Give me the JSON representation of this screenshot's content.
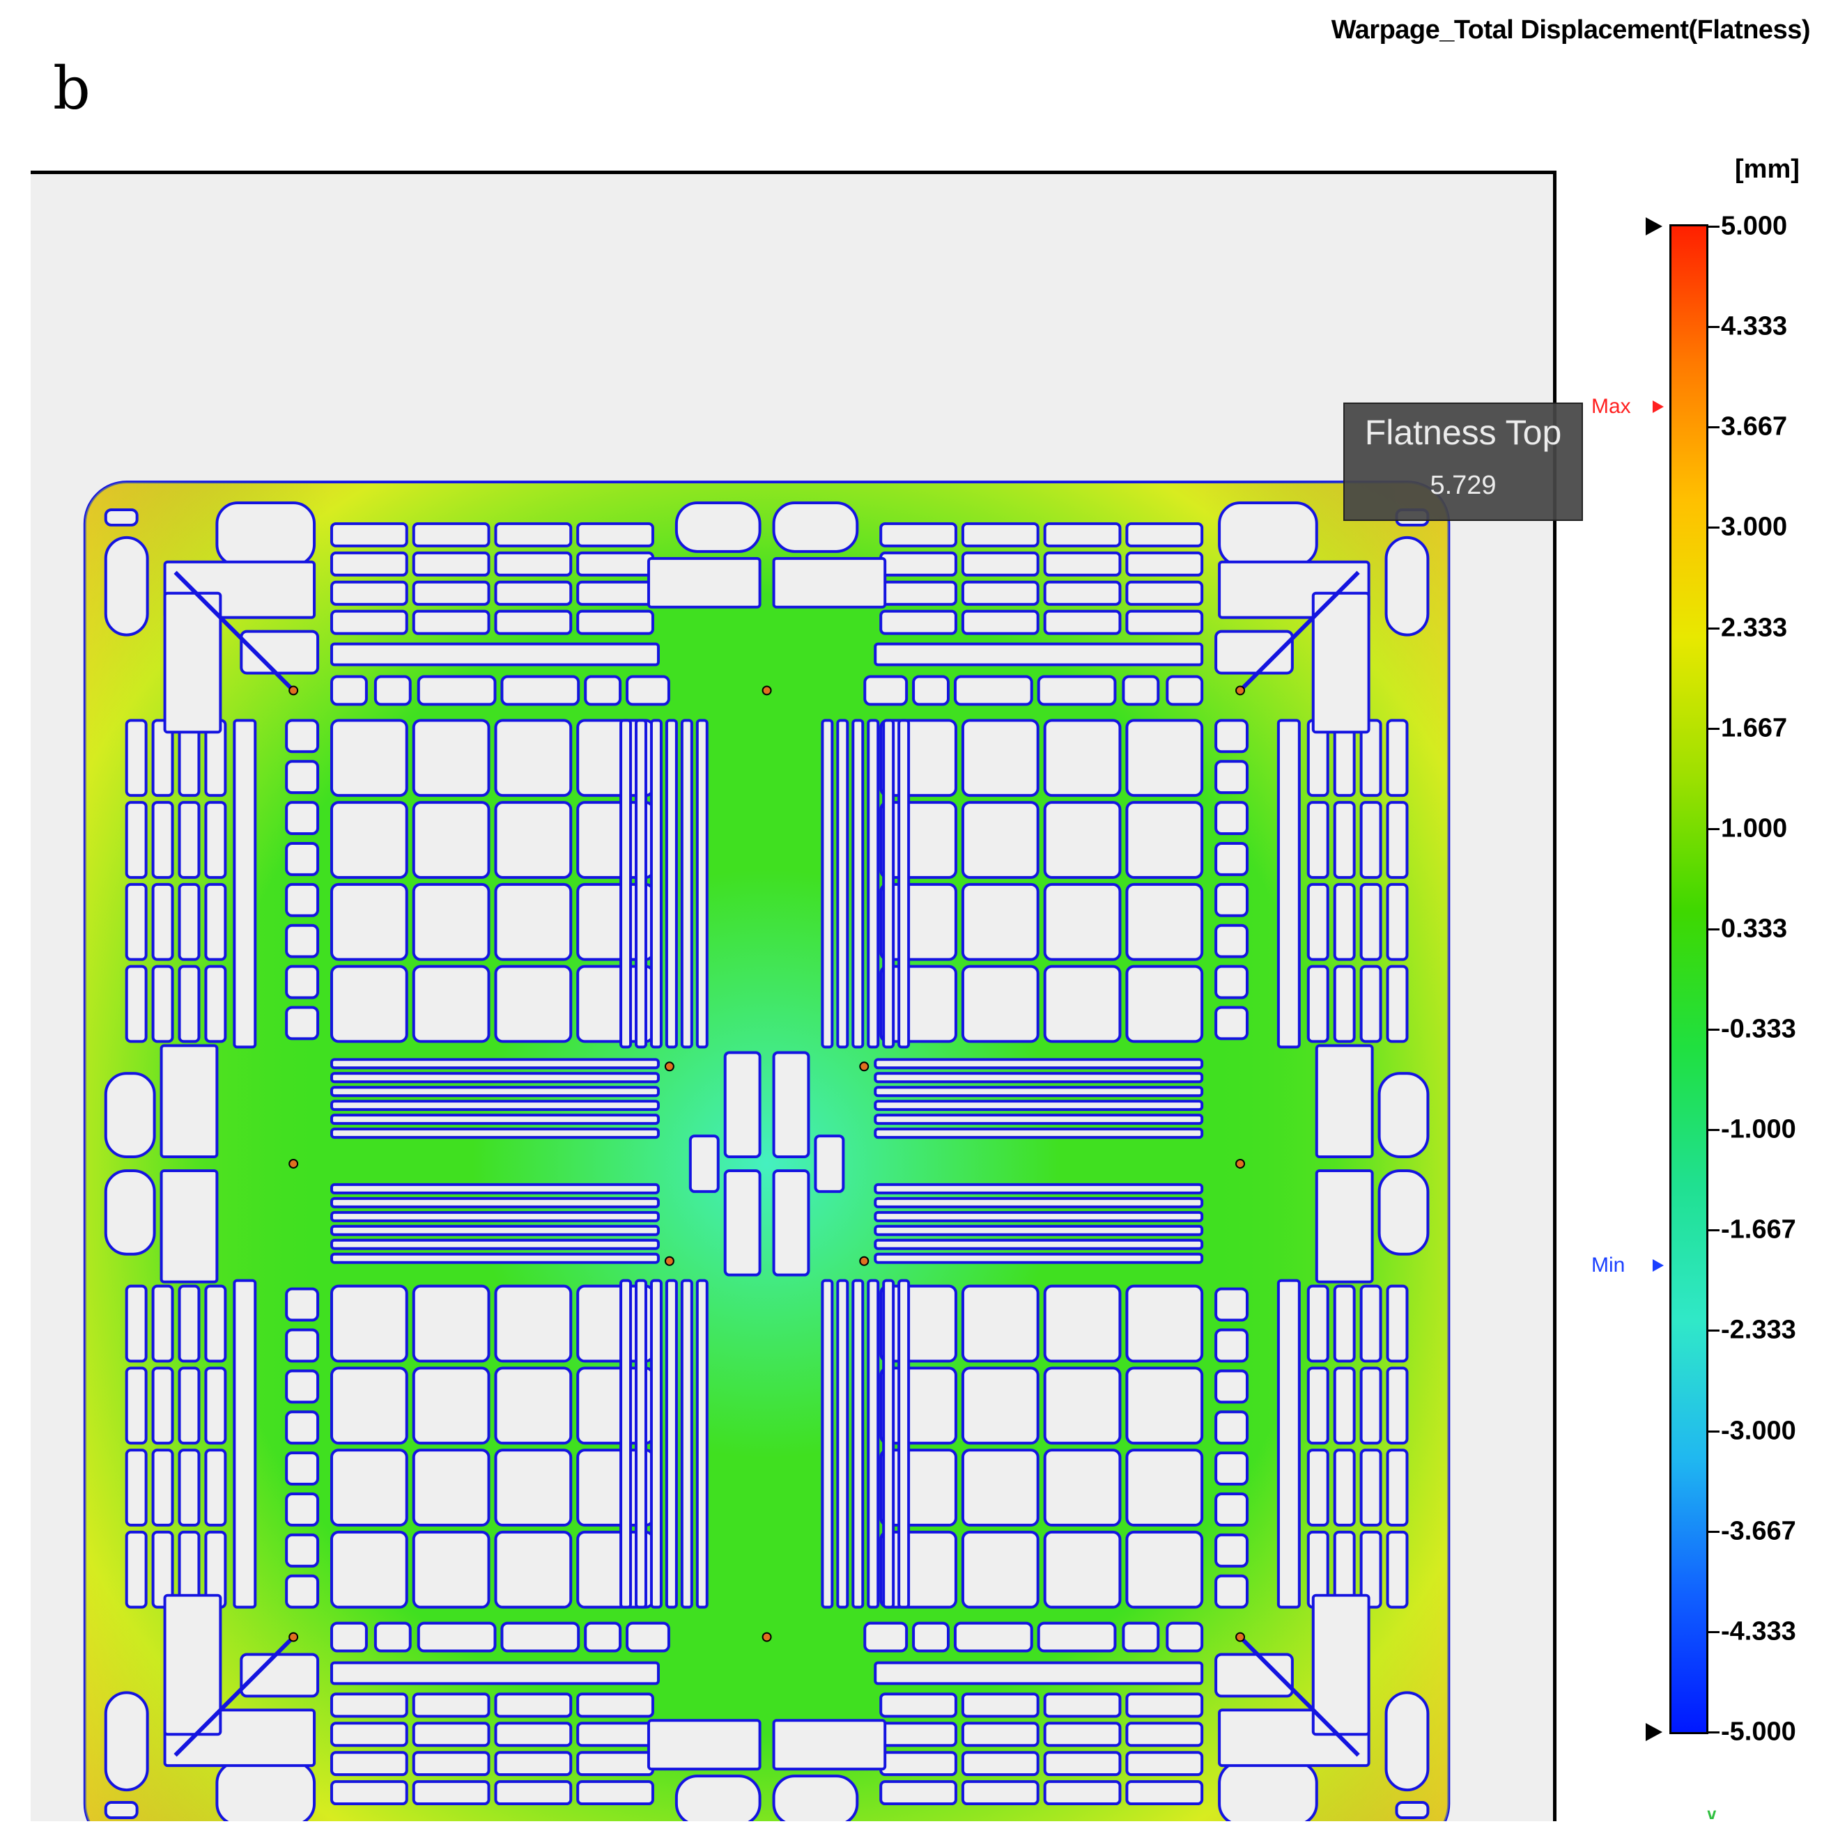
{
  "panel_label": "b",
  "result_title": "Warpage_Total Displacement(Flatness)",
  "tooltip": {
    "title": "Flatness Top",
    "value": "5.729"
  },
  "legend": {
    "unit": "[mm]",
    "max_value": 5.0,
    "min_value": -5.0,
    "ticks": [
      "5.000",
      "4.333",
      "3.667",
      "3.000",
      "2.333",
      "1.667",
      "1.000",
      "0.333",
      "-0.333",
      "-1.000",
      "-1.667",
      "-2.333",
      "-3.000",
      "-3.667",
      "-4.333",
      "-5.000"
    ],
    "max_marker": {
      "label": "Max",
      "value": 3.8,
      "color": "#ff2020"
    },
    "min_marker": {
      "label": "Min",
      "value": -1.9,
      "color": "#1a3fff"
    },
    "gradient_colors": [
      "#ff2000",
      "#ff7a00",
      "#ffc000",
      "#e8e800",
      "#9fe000",
      "#3fd800",
      "#20e040",
      "#20e090",
      "#30e8c8",
      "#20b8f0",
      "#1060ff",
      "#0018ff"
    ]
  },
  "model": {
    "surface_colors": {
      "center": "#45f0c0",
      "mid": "#40e020",
      "outer": "#d8ec20",
      "corner": "#f0a030"
    },
    "outline_color": "#1414e0",
    "cell_fill": "#efefef"
  }
}
